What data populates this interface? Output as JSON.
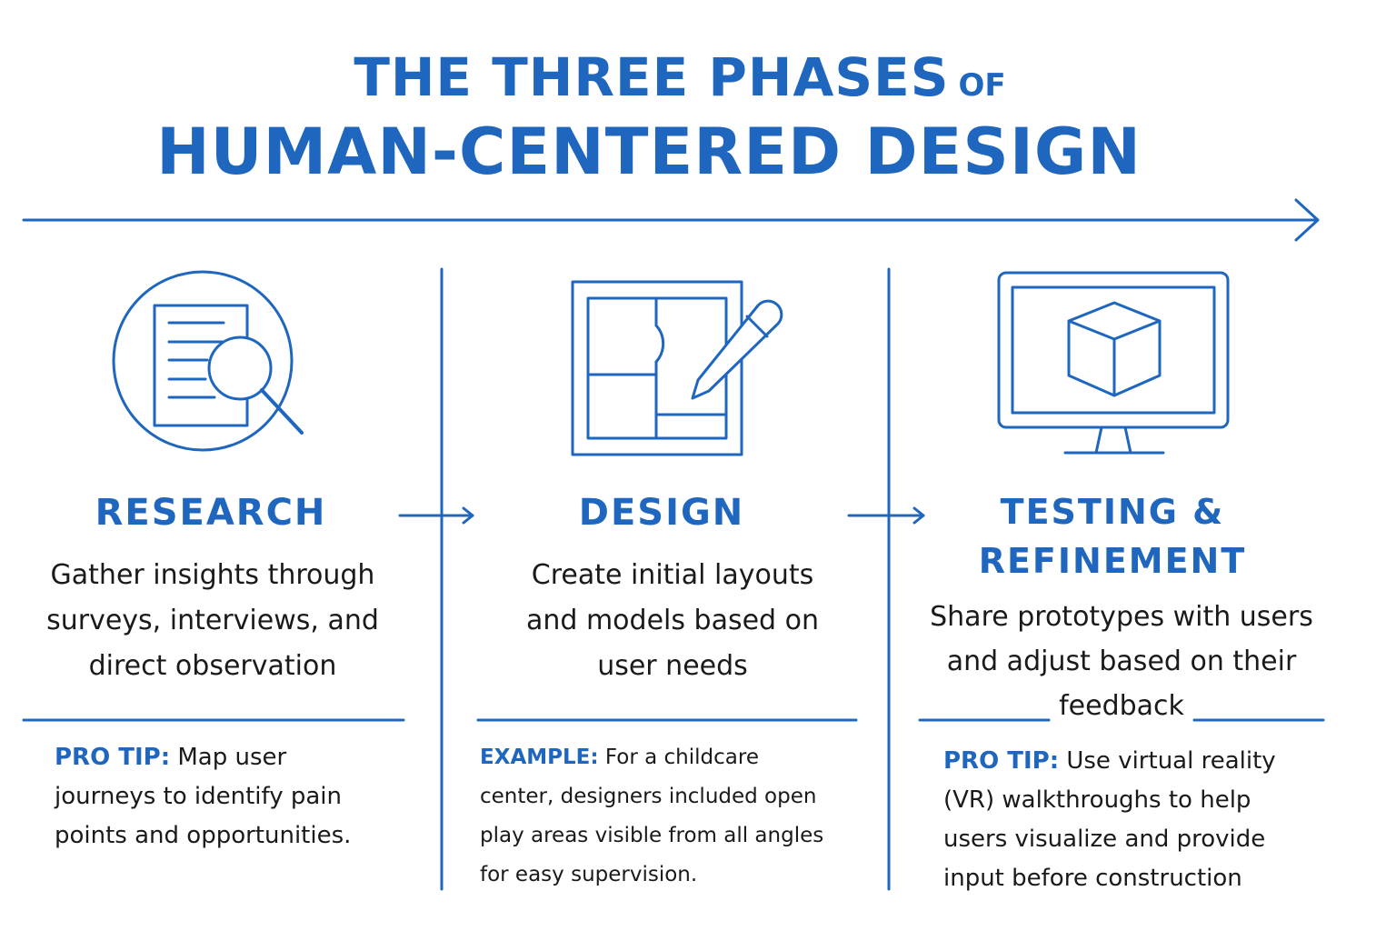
{
  "title": {
    "line1_main": "THE THREE PHASES",
    "line1_small": "OF",
    "line2": "HUMAN-CENTERED DESIGN"
  },
  "colors": {
    "accent": "#1f66be",
    "text": "#1a1a1a",
    "background": "#ffffff"
  },
  "phases": [
    {
      "title": "RESEARCH",
      "icon": "document-magnifier-icon",
      "description": [
        "Gather insights through",
        "surveys, interviews, and",
        "direct observation"
      ],
      "tip": {
        "lead": "PRO TIP:",
        "lines": [
          "Map user",
          "journeys to identify pain",
          "points and opportunities."
        ]
      }
    },
    {
      "title": "DESIGN",
      "icon": "floor-plan-pencil-icon",
      "description": [
        "Create initial layouts",
        "and models based on",
        "user needs"
      ],
      "tip": {
        "lead": "EXAMPLE:",
        "lines": [
          "For a childcare",
          "center, designers included open",
          "play areas visible from all angles",
          "for easy supervision."
        ]
      }
    },
    {
      "title_lines": [
        "TESTING &",
        "REFINEMENT"
      ],
      "icon": "monitor-cube-icon",
      "description": [
        "Share prototypes with users",
        "and adjust based on their",
        "feedback"
      ],
      "tip": {
        "lead": "PRO TIP:",
        "lines": [
          "Use virtual reality",
          "(VR) walkthroughs to help",
          "users visualize and provide",
          "input before construction"
        ]
      }
    }
  ]
}
